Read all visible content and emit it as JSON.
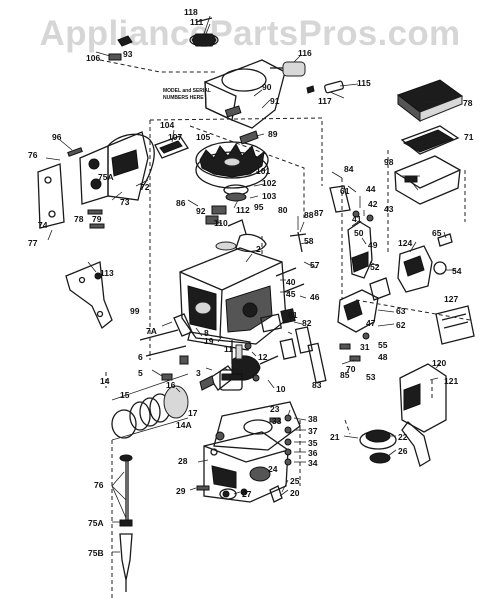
{
  "watermark": "AppliancePartsPros.com",
  "serial_note": {
    "line1": "MODEL and SERIAL",
    "line2": "NUMBERS HERE"
  },
  "callouts": [
    "118",
    "111",
    "106",
    "93",
    "116",
    "115",
    "117",
    "90",
    "91",
    "78",
    "71",
    "89",
    "104",
    "107",
    "105",
    "96",
    "76",
    "72",
    "73",
    "101",
    "102",
    "103",
    "86",
    "112",
    "92",
    "110",
    "95",
    "74",
    "75A",
    "77",
    "78",
    "79",
    "98",
    "84",
    "44",
    "43",
    "42",
    "41",
    "61",
    "80",
    "88",
    "87",
    "113",
    "124",
    "65",
    "54",
    "57",
    "58",
    "50",
    "49",
    "52",
    "53",
    "40",
    "2",
    "46",
    "45",
    "63",
    "62",
    "99",
    "7A",
    "127",
    "82",
    "81",
    "19",
    "8",
    "6",
    "5",
    "47",
    "55",
    "48",
    "83",
    "3",
    "31",
    "70",
    "16",
    "15",
    "14",
    "14A",
    "17",
    "11",
    "12",
    "85",
    "10",
    "120",
    "121",
    "23",
    "38",
    "37",
    "35",
    "36",
    "34",
    "33",
    "22",
    "26",
    "21",
    "25",
    "20",
    "27",
    "29",
    "24",
    "28",
    "76",
    "75A",
    "75B"
  ]
}
